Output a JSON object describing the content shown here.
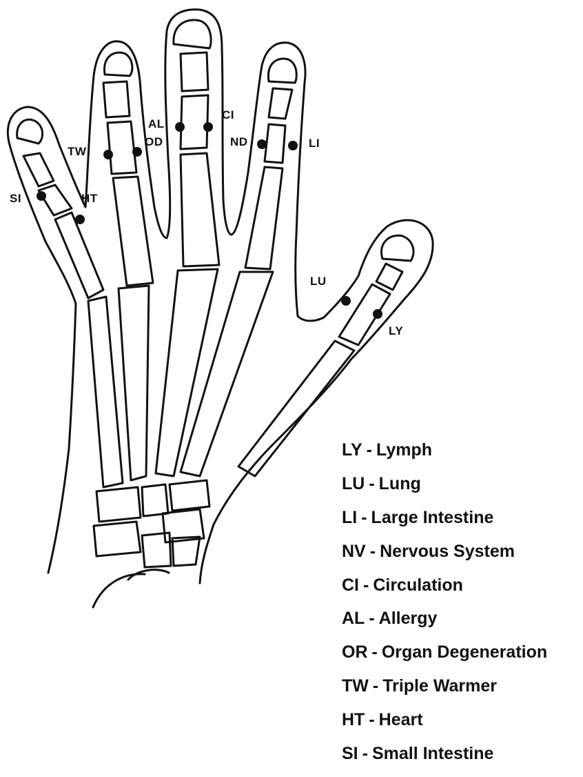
{
  "points": {
    "lu": "LU",
    "ly": "LY",
    "ci": "CI",
    "al": "AL",
    "od": "OD",
    "nd": "ND",
    "li": "LI",
    "tw": "TW",
    "si": "SI",
    "ht": "HT"
  },
  "legend": [
    {
      "abbr": "LY",
      "sep": "-",
      "name": "Lymph"
    },
    {
      "abbr": "LU",
      "sep": "-",
      "name": "Lung"
    },
    {
      "abbr": "LI",
      "sep": "-",
      "name": "Large Intestine"
    },
    {
      "abbr": "NV",
      "sep": "-",
      "name": "Nervous System"
    },
    {
      "abbr": "CI",
      "sep": "-",
      "name": "Circulation"
    },
    {
      "abbr": "AL",
      "sep": "-",
      "name": "Allergy"
    },
    {
      "abbr": "OR",
      "sep": "-",
      "name": "Organ Degeneration"
    },
    {
      "abbr": "TW",
      "sep": "-",
      "name": "Triple Warmer"
    },
    {
      "abbr": "HT",
      "sep": "-",
      "name": "Heart"
    },
    {
      "abbr": "SI",
      "sep": "-",
      "name": "Small Intestine"
    }
  ]
}
